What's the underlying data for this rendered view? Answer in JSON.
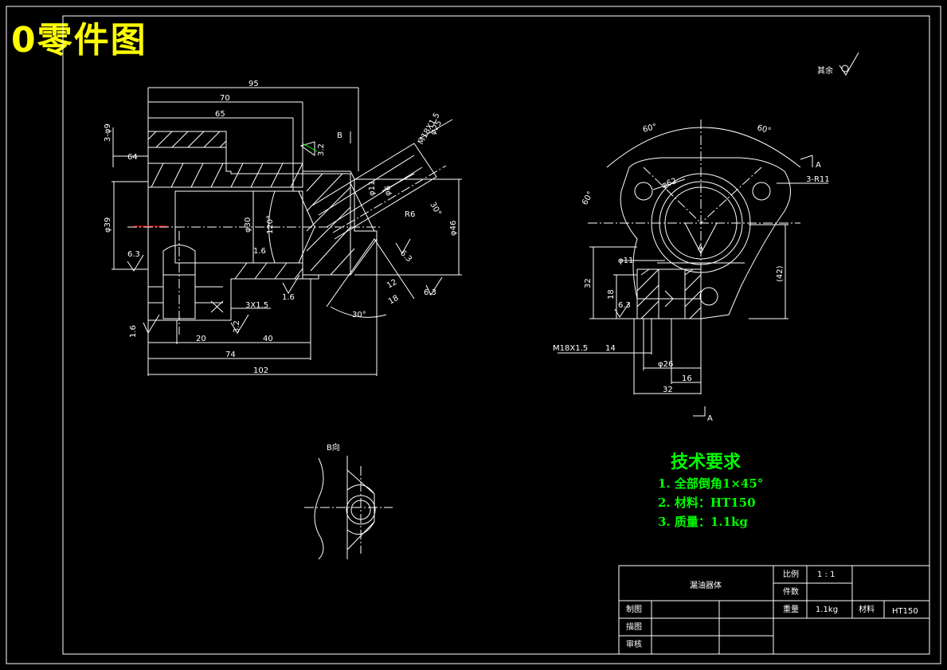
{
  "header": {
    "title": "0零件图"
  },
  "surface_finish": {
    "other_label": "其余"
  },
  "front_view": {
    "dims": {
      "d95": "95",
      "d70": "70",
      "d65": "65",
      "d3phi9": "3-φ9",
      "d64": "64",
      "dphi39": "φ39",
      "d63a": "6.3",
      "dphi30": "φ30",
      "d120": "120°",
      "d16a": "1.6",
      "d3x15": "3X1.5",
      "d16b": "1.6",
      "d32a": "3.2",
      "d20": "20",
      "d40": "40",
      "d74": "74",
      "d102": "102",
      "dB": "B",
      "d32b": "3.2",
      "dM18": "M18X1.5",
      "dphi25": "φ25",
      "d30a": "30°",
      "dR6": "R6",
      "dphi46": "φ46",
      "d63b": "6.3",
      "d12": "12",
      "d18": "18",
      "d30b": "30°",
      "d63c": "6.3",
      "dphi11": "φ11",
      "dphi6": "φ6"
    }
  },
  "side_view": {
    "dims": {
      "d60a": "60°",
      "d60b": "60°",
      "d60c": "60°",
      "dphi62": "φ62",
      "d3R11": "3-R11",
      "dA1": "A",
      "dA2": "A",
      "dA3": "A",
      "dphi11": "φ11",
      "d32": "32",
      "d18": "18",
      "d63": "6.3",
      "d42": "(42)",
      "dM18": "M18X1.5",
      "d14": "14",
      "dphi26": "φ26",
      "d16": "16",
      "d32b": "32"
    }
  },
  "detail_view": {
    "label": "B向"
  },
  "requirements": {
    "title": "技术要求",
    "items": [
      "1. 全部倒角1×45°",
      "2. 材料：HT150",
      "3. 质量：1.1kg"
    ]
  },
  "title_block": {
    "part_name": "漏油器体",
    "scale_label": "比例",
    "scale_value": "1 : 1",
    "count_label": "件数",
    "weight_label": "重量",
    "weight_value": "1.1kg",
    "material_label": "材料",
    "material_value": "HT150",
    "draw_label": "制图",
    "design_label": "描图",
    "review_label": "审核"
  },
  "colors": {
    "line": "#ffffff",
    "title": "#ffff00",
    "requirements": "#00ff00",
    "centerline": "#ff0000"
  }
}
